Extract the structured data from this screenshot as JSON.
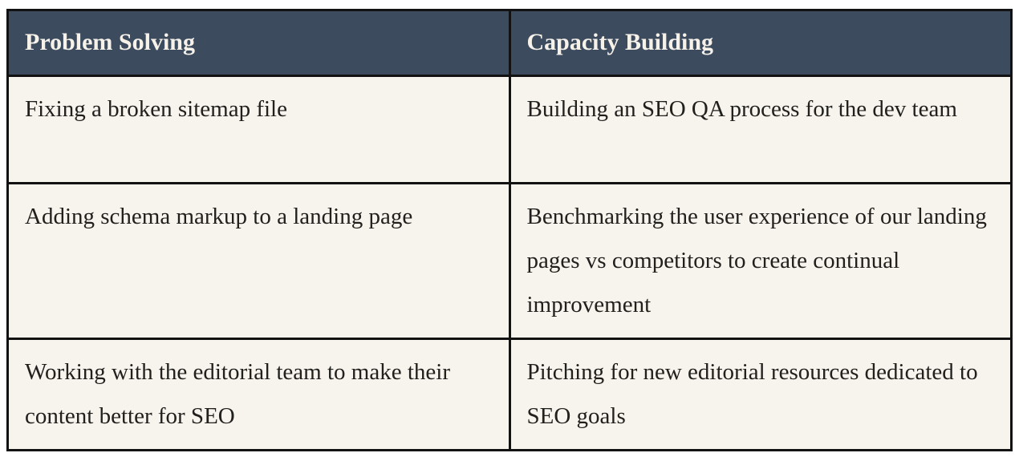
{
  "theme": {
    "page_bg": "#ffffff",
    "header_bg": "#3d4b5f",
    "header_text": "#f6f2ea",
    "body_bg": "#f7f4ee",
    "body_text": "#21201d",
    "border": "#121212"
  },
  "table": {
    "columns": [
      {
        "header": "Problem Solving"
      },
      {
        "header": "Capacity Building"
      }
    ],
    "rows": [
      {
        "cells": [
          "Fixing a broken sitemap file",
          "Building an SEO QA process for the dev team"
        ]
      },
      {
        "cells": [
          "Adding schema markup to a landing page",
          "Benchmarking the user experience of our landing pages vs competitors to create continual improvement"
        ]
      },
      {
        "cells": [
          "Working with the editorial team to make their content better for SEO",
          "Pitching for new editorial resources dedicated to SEO goals"
        ]
      }
    ]
  }
}
